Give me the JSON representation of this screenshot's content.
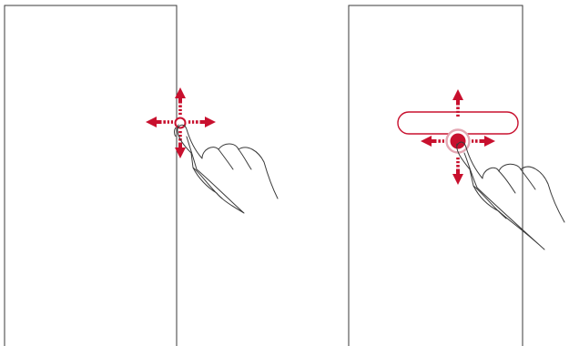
{
  "colors": {
    "accent": "#c8102e",
    "accent_light": "#e4a6b2",
    "outline": "#3a3a3a",
    "background": "#ffffff"
  },
  "panels": [
    {
      "id": "left",
      "gesture": "touch-and-drag",
      "icon": "hand-pointer-icon",
      "arrows": [
        "up",
        "down",
        "left",
        "right"
      ],
      "has_capsule": false
    },
    {
      "id": "right",
      "gesture": "touch-and-drag-handle",
      "icon": "hand-pointer-icon",
      "arrows": [
        "up",
        "down",
        "left",
        "right"
      ],
      "has_capsule": true
    }
  ]
}
